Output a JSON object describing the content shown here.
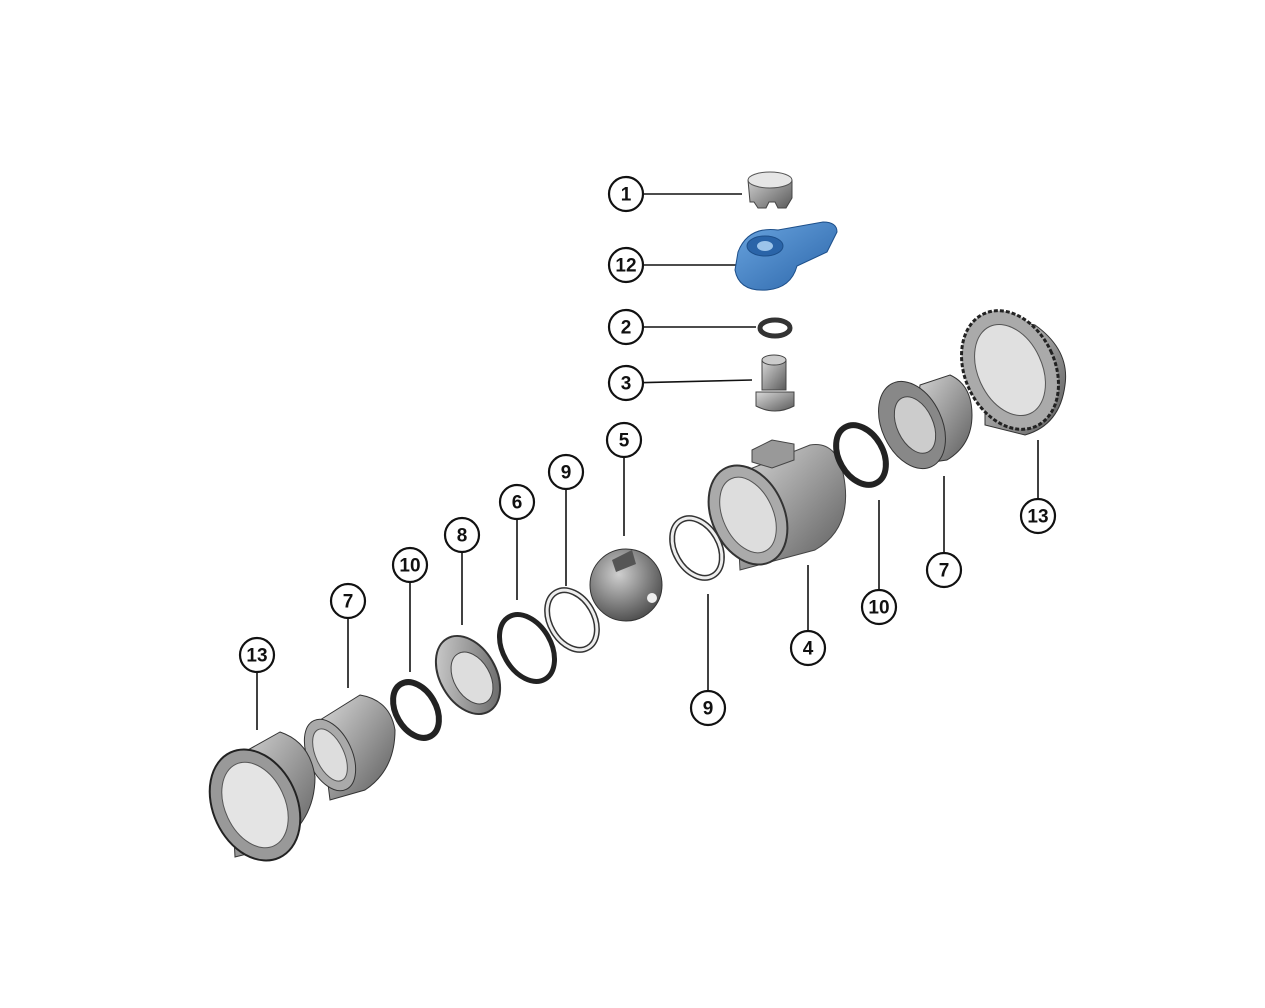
{
  "diagram": {
    "type": "exploded-view",
    "colors": {
      "handle": "#3f7fc4",
      "parts": "#8a8a8a",
      "outline": "#222222",
      "background": "#ffffff"
    },
    "callouts": [
      {
        "id": "c1",
        "label": "1",
        "part": "cap"
      },
      {
        "id": "c12",
        "label": "12",
        "part": "handle"
      },
      {
        "id": "c2",
        "label": "2",
        "part": "stem-o-ring"
      },
      {
        "id": "c3",
        "label": "3",
        "part": "stem"
      },
      {
        "id": "c5",
        "label": "5",
        "part": "ball"
      },
      {
        "id": "c9a",
        "label": "9",
        "part": "ball-seat-left"
      },
      {
        "id": "c6",
        "label": "6",
        "part": "o-ring-left"
      },
      {
        "id": "c8",
        "label": "8",
        "part": "seat-carrier"
      },
      {
        "id": "c10a",
        "label": "10",
        "part": "o-ring-end-left"
      },
      {
        "id": "c7a",
        "label": "7",
        "part": "end-connector-left"
      },
      {
        "id": "c13a",
        "label": "13",
        "part": "union-nut-left"
      },
      {
        "id": "c4",
        "label": "4",
        "part": "body"
      },
      {
        "id": "c9b",
        "label": "9",
        "part": "ball-seat-right"
      },
      {
        "id": "c10b",
        "label": "10",
        "part": "o-ring-end-right"
      },
      {
        "id": "c7b",
        "label": "7",
        "part": "end-connector-right"
      },
      {
        "id": "c13b",
        "label": "13",
        "part": "union-nut-right"
      }
    ]
  }
}
